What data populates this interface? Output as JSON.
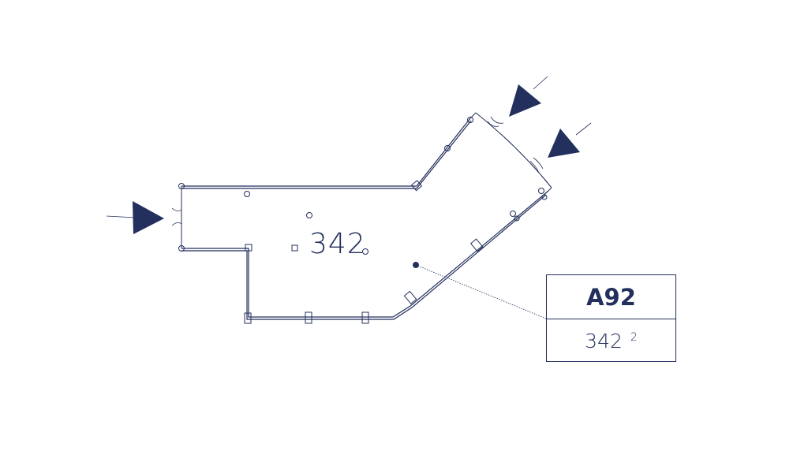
{
  "plan": {
    "area_value": "342",
    "line_color": "#232f5c",
    "arrow_color": "#232f5c",
    "entrance_markers": [
      "entrance-arrow-left",
      "entrance-arrow-top",
      "entrance-arrow-right"
    ]
  },
  "info_box": {
    "unit_code": "A92",
    "area_value": "342",
    "area_sup": "2"
  }
}
